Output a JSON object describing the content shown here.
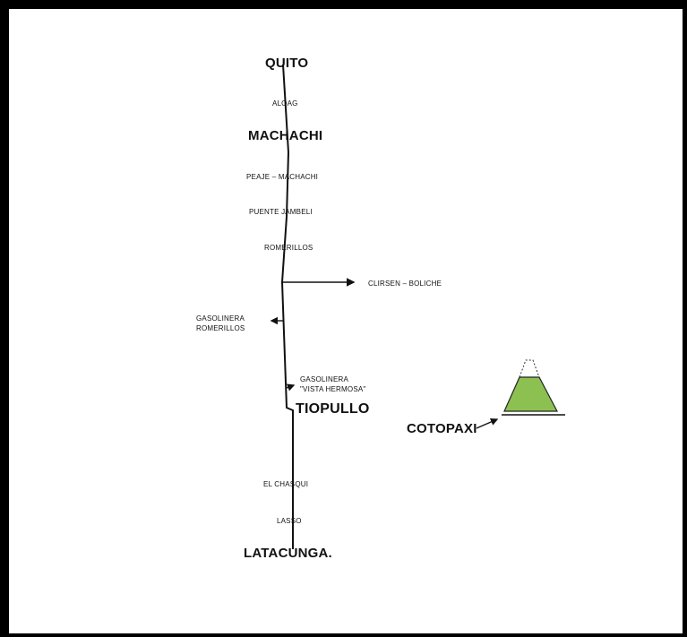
{
  "route": {
    "stops": {
      "quito": "QUITO",
      "aloag": "ALOAG",
      "machachi": "MACHACHI",
      "peaje_machachi": "PEAJE – MACHACHI",
      "puente_jambeli": "PUENTE JAMBELI",
      "romerillos": "ROMERILLOS",
      "clirsen_boliche": "CLIRSEN – BOLICHE",
      "gasolinera_romerillos_1": "GASOLINERA",
      "gasolinera_romerillos_2": "ROMERILLOS",
      "gasolinera_vista_1": "GASOLINERA",
      "gasolinera_vista_2": "\"VISTA HERMOSA\"",
      "tiopullo": "TIOPULLO",
      "el_chasqui": "EL CHASQUI",
      "lasso": "LASSO",
      "latacunga": "LATACUNGA."
    }
  },
  "landmark": {
    "name": "COTOPAXI",
    "icon": "volcano-icon",
    "color": "#8cc152"
  },
  "colors": {
    "frame": "#000000",
    "background": "#ffffff",
    "line": "#111111"
  }
}
